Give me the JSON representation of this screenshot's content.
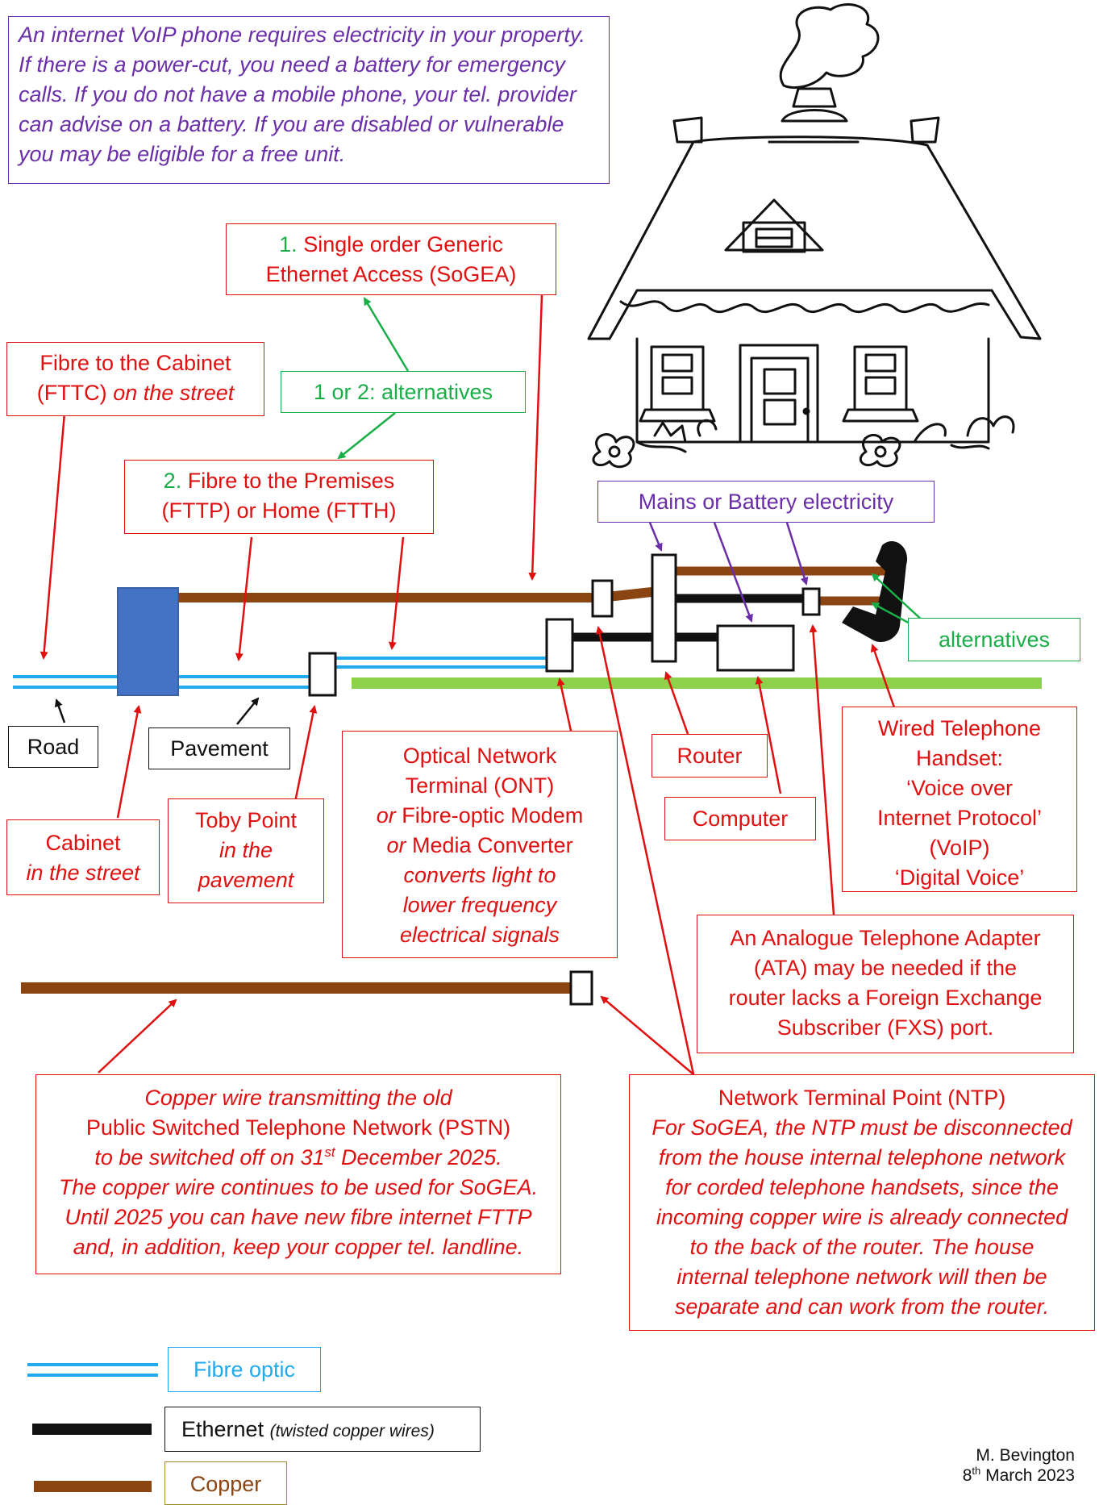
{
  "power_note": "An internet VoIP phone requires electricity in your property. If there is a power-cut, you need a battery for emergency calls. If you do not have a mobile phone, your tel. provider can advise on a battery. If you are disabled or vulnerable you may be eligible for a free unit.",
  "sogea": {
    "number": "1.",
    "line1": "Single order Generic",
    "line2": "Ethernet Access (SoGEA)"
  },
  "alternatives_1_2": "1 or 2: alternatives",
  "fttc": {
    "line1": "Fibre to the Cabinet",
    "line2_plain": "(FTTC)",
    "line2_italic": "on the street"
  },
  "fttp": {
    "number": "2.",
    "line1": "Fibre to the Premises",
    "line2": "(FTTP) or Home (FTTH)"
  },
  "mains": "Mains or Battery electricity",
  "alternatives_phone": "alternatives",
  "road": "Road",
  "pavement": "Pavement",
  "cabinet": {
    "line1": "Cabinet",
    "line2": "in the street"
  },
  "toby": {
    "line1": "Toby Point",
    "line2": "in the",
    "line3": "pavement"
  },
  "ont": {
    "line1": "Optical Network",
    "line2": "Terminal (ONT)",
    "line3_or": "or",
    "line3": "Fibre-optic Modem",
    "line4_or": "or",
    "line4": "Media Converter",
    "line5": "converts light to",
    "line6": "lower frequency",
    "line7": "electrical signals"
  },
  "router": "Router",
  "computer": "Computer",
  "handset": {
    "line1": "Wired Telephone",
    "line2": "Handset:",
    "line3": "‘Voice over",
    "line4": "Internet Protocol’",
    "line5": "(VoIP)",
    "line6": "‘Digital Voice’"
  },
  "ata": {
    "line1": "An Analogue Telephone Adapter",
    "line2": "(ATA) may be needed if the",
    "line3": "router lacks a Foreign Exchange",
    "line4": "Subscriber (FXS) port."
  },
  "pstn": {
    "line1": "Copper wire transmitting the old",
    "line2": "Public Switched Telephone Network (PSTN)",
    "line3_a": "to be switched off on 31",
    "line3_sup": "st",
    "line3_b": "December 2025.",
    "line4": "The copper wire continues to be used for SoGEA.",
    "line5": "Until 2025 you can have new fibre internet FTTP",
    "line6": "and, in addition, keep your copper tel. landline."
  },
  "ntp": {
    "line1": "Network Terminal Point (NTP)",
    "line2": "For SoGEA, the NTP must be disconnected",
    "line3": "from the house internal telephone network",
    "line4": "for corded telephone handsets, since the",
    "line5": "incoming copper wire is already connected",
    "line6": "to the back of the router. The house",
    "line7": "internal telephone network will then be",
    "line8": "separate and can work from the router."
  },
  "legend": {
    "fibre": "Fibre optic",
    "ethernet": "Ethernet",
    "ethernet_note": "(twisted copper wires)",
    "copper": "Copper"
  },
  "author": {
    "name": "M. Bevington",
    "date_day": "8",
    "date_sup": "th",
    "date_rest": "March 2023"
  },
  "colors": {
    "fibre": "#22aaee",
    "copper": "#8b4513",
    "ethernet": "#111111",
    "cabinet": "#4472c4",
    "grass": "#8dd24a",
    "label_red": "#e01010",
    "label_green": "#1aae48",
    "label_purple": "#6a2ea8"
  }
}
